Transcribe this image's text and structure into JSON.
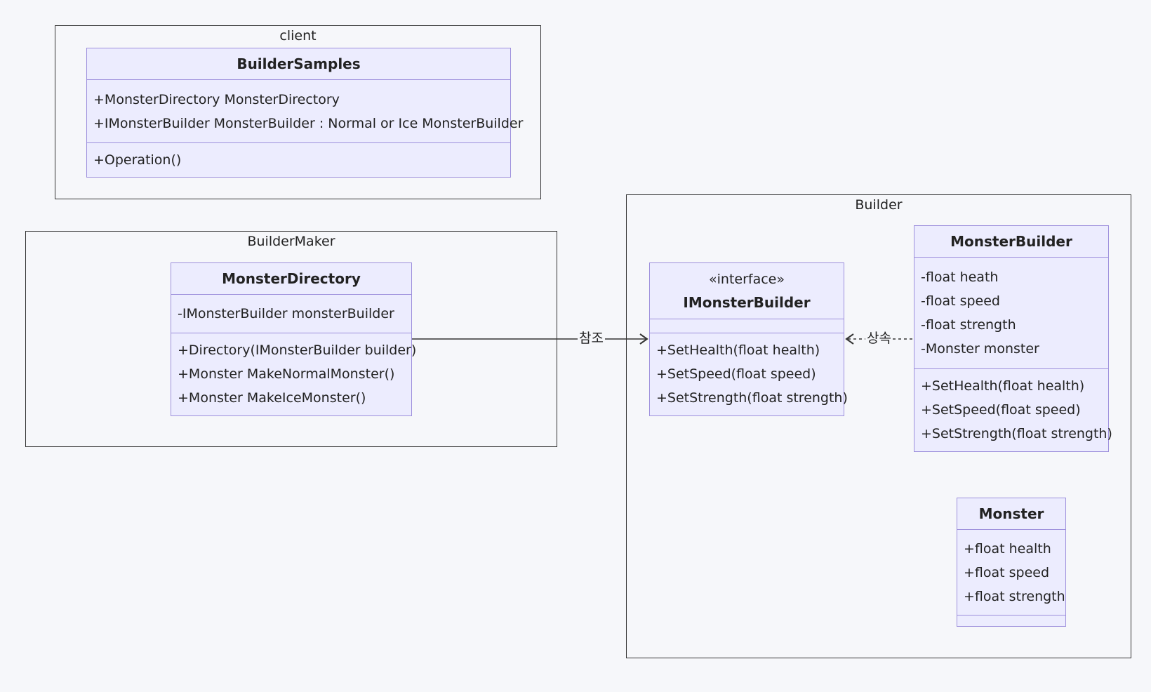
{
  "packages": {
    "client": {
      "title": "client"
    },
    "builder_maker": {
      "title": "BuilderMaker"
    },
    "builder": {
      "title": "Builder"
    }
  },
  "classes": {
    "builder_samples": {
      "name": "BuilderSamples",
      "attributes": [
        "+MonsterDirectory MonsterDirectory",
        "+IMonsterBuilder MonsterBuilder : Normal or Ice MonsterBuilder"
      ],
      "methods": [
        "+Operation()"
      ]
    },
    "monster_directory": {
      "name": "MonsterDirectory",
      "attributes": [
        "-IMonsterBuilder monsterBuilder"
      ],
      "methods": [
        "+Directory(IMonsterBuilder builder)",
        "+Monster MakeNormalMonster()",
        "+Monster MakeIceMonster()"
      ]
    },
    "imonster_builder": {
      "stereotype": "«interface»",
      "name": "IMonsterBuilder",
      "attributes": [],
      "methods": [
        "+SetHealth(float health)",
        "+SetSpeed(float speed)",
        "+SetStrength(float strength)"
      ]
    },
    "monster_builder": {
      "name": "MonsterBuilder",
      "attributes": [
        "-float heath",
        "-float speed",
        "-float strength",
        "-Monster monster"
      ],
      "methods": [
        "+SetHealth(float health)",
        "+SetSpeed(float speed)",
        "+SetStrength(float strength)"
      ]
    },
    "monster": {
      "name": "Monster",
      "attributes": [
        "+float health",
        "+float speed",
        "+float strength"
      ],
      "methods": []
    }
  },
  "relations": {
    "reference": {
      "label": "참조",
      "from": "MonsterDirectory",
      "to": "IMonsterBuilder",
      "style": "solid"
    },
    "inheritance": {
      "label": "상속",
      "from": "MonsterBuilder",
      "to": "IMonsterBuilder",
      "style": "dashed"
    }
  },
  "colors": {
    "class_fill": "#ececfe",
    "class_border": "#9d8fdc",
    "package_border": "#333333",
    "background": "#f6f7fa"
  }
}
